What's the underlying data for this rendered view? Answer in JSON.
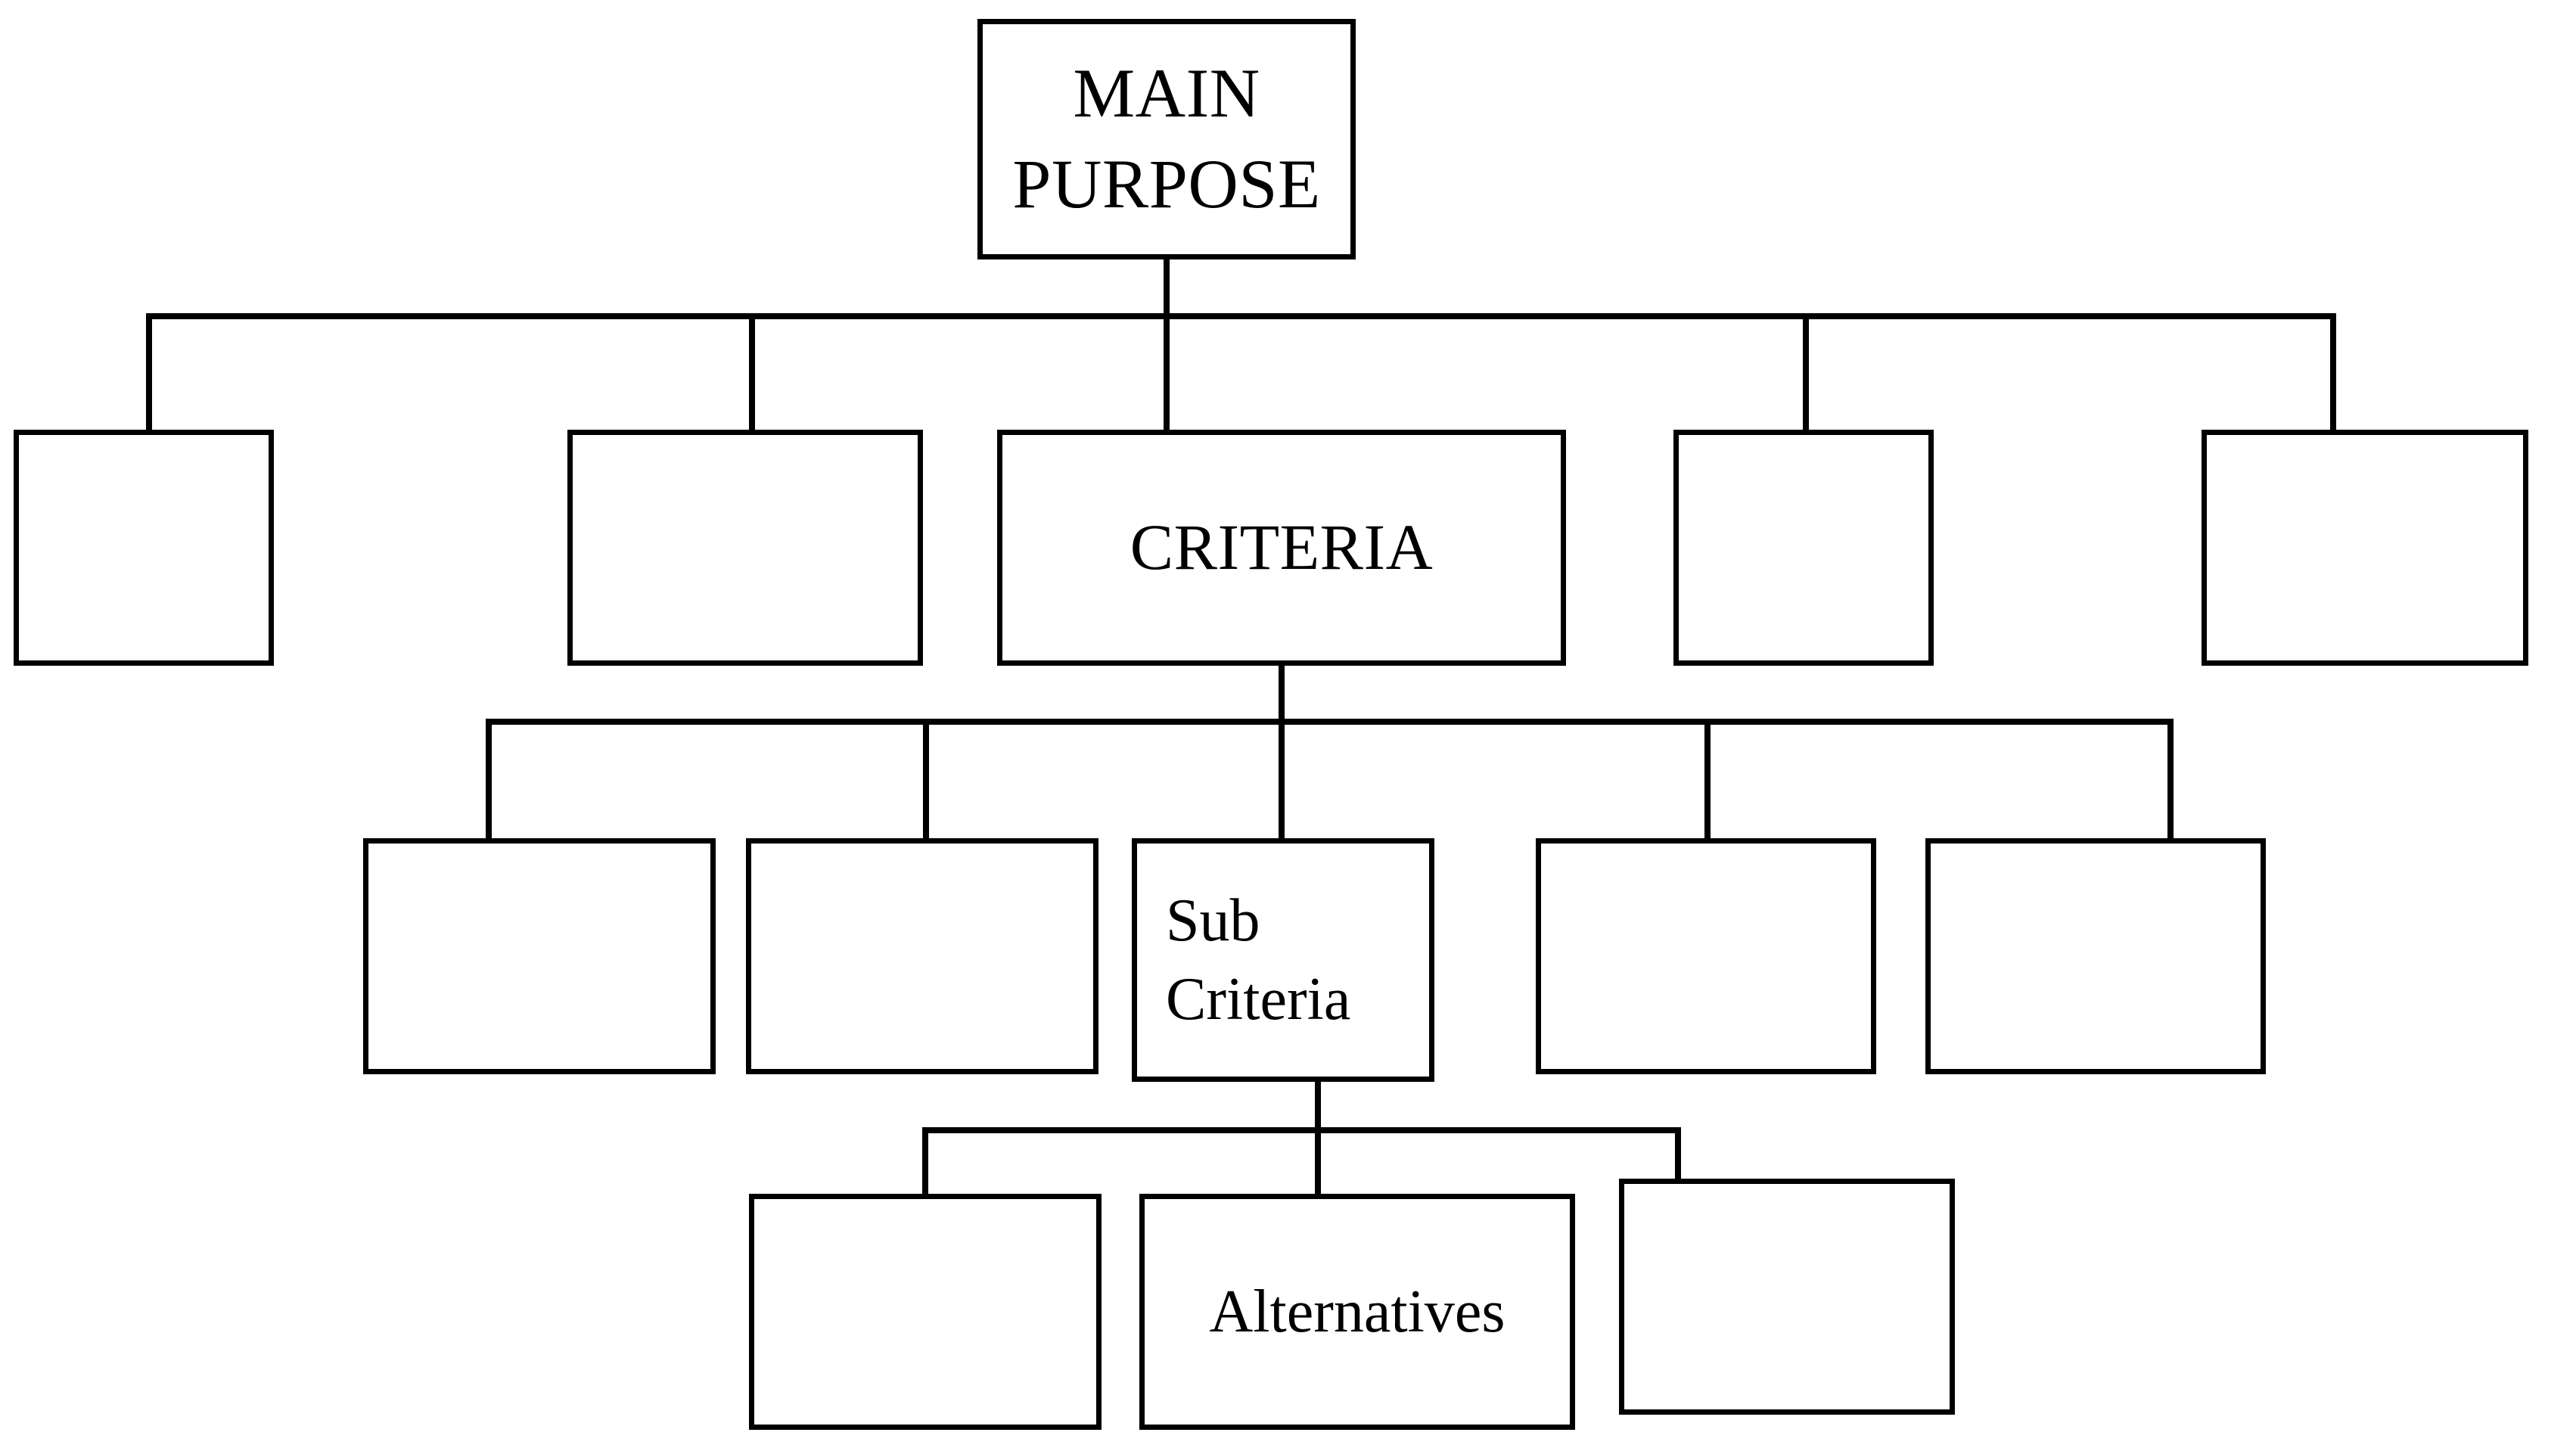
{
  "diagram": {
    "type": "hierarchy-tree",
    "title_text": "",
    "stroke_color": "#000000",
    "fill_color": "#ffffff",
    "levels": [
      {
        "level_name": "goal",
        "nodes": [
          {
            "label": "MAIN\nPURPOSE",
            "empty": false
          }
        ]
      },
      {
        "level_name": "criteria",
        "nodes": [
          {
            "label": "",
            "empty": true
          },
          {
            "label": "",
            "empty": true
          },
          {
            "label": "CRITERIA",
            "empty": false
          },
          {
            "label": "",
            "empty": true
          },
          {
            "label": "",
            "empty": true
          }
        ]
      },
      {
        "level_name": "sub-criteria",
        "nodes": [
          {
            "label": "",
            "empty": true
          },
          {
            "label": "",
            "empty": true
          },
          {
            "label": "Sub\nCriteria",
            "empty": false
          },
          {
            "label": "",
            "empty": true
          },
          {
            "label": "",
            "empty": true
          }
        ]
      },
      {
        "level_name": "alternatives",
        "nodes": [
          {
            "label": "",
            "empty": true
          },
          {
            "label": "Alternatives",
            "empty": false
          },
          {
            "label": "",
            "empty": true
          }
        ]
      }
    ]
  }
}
